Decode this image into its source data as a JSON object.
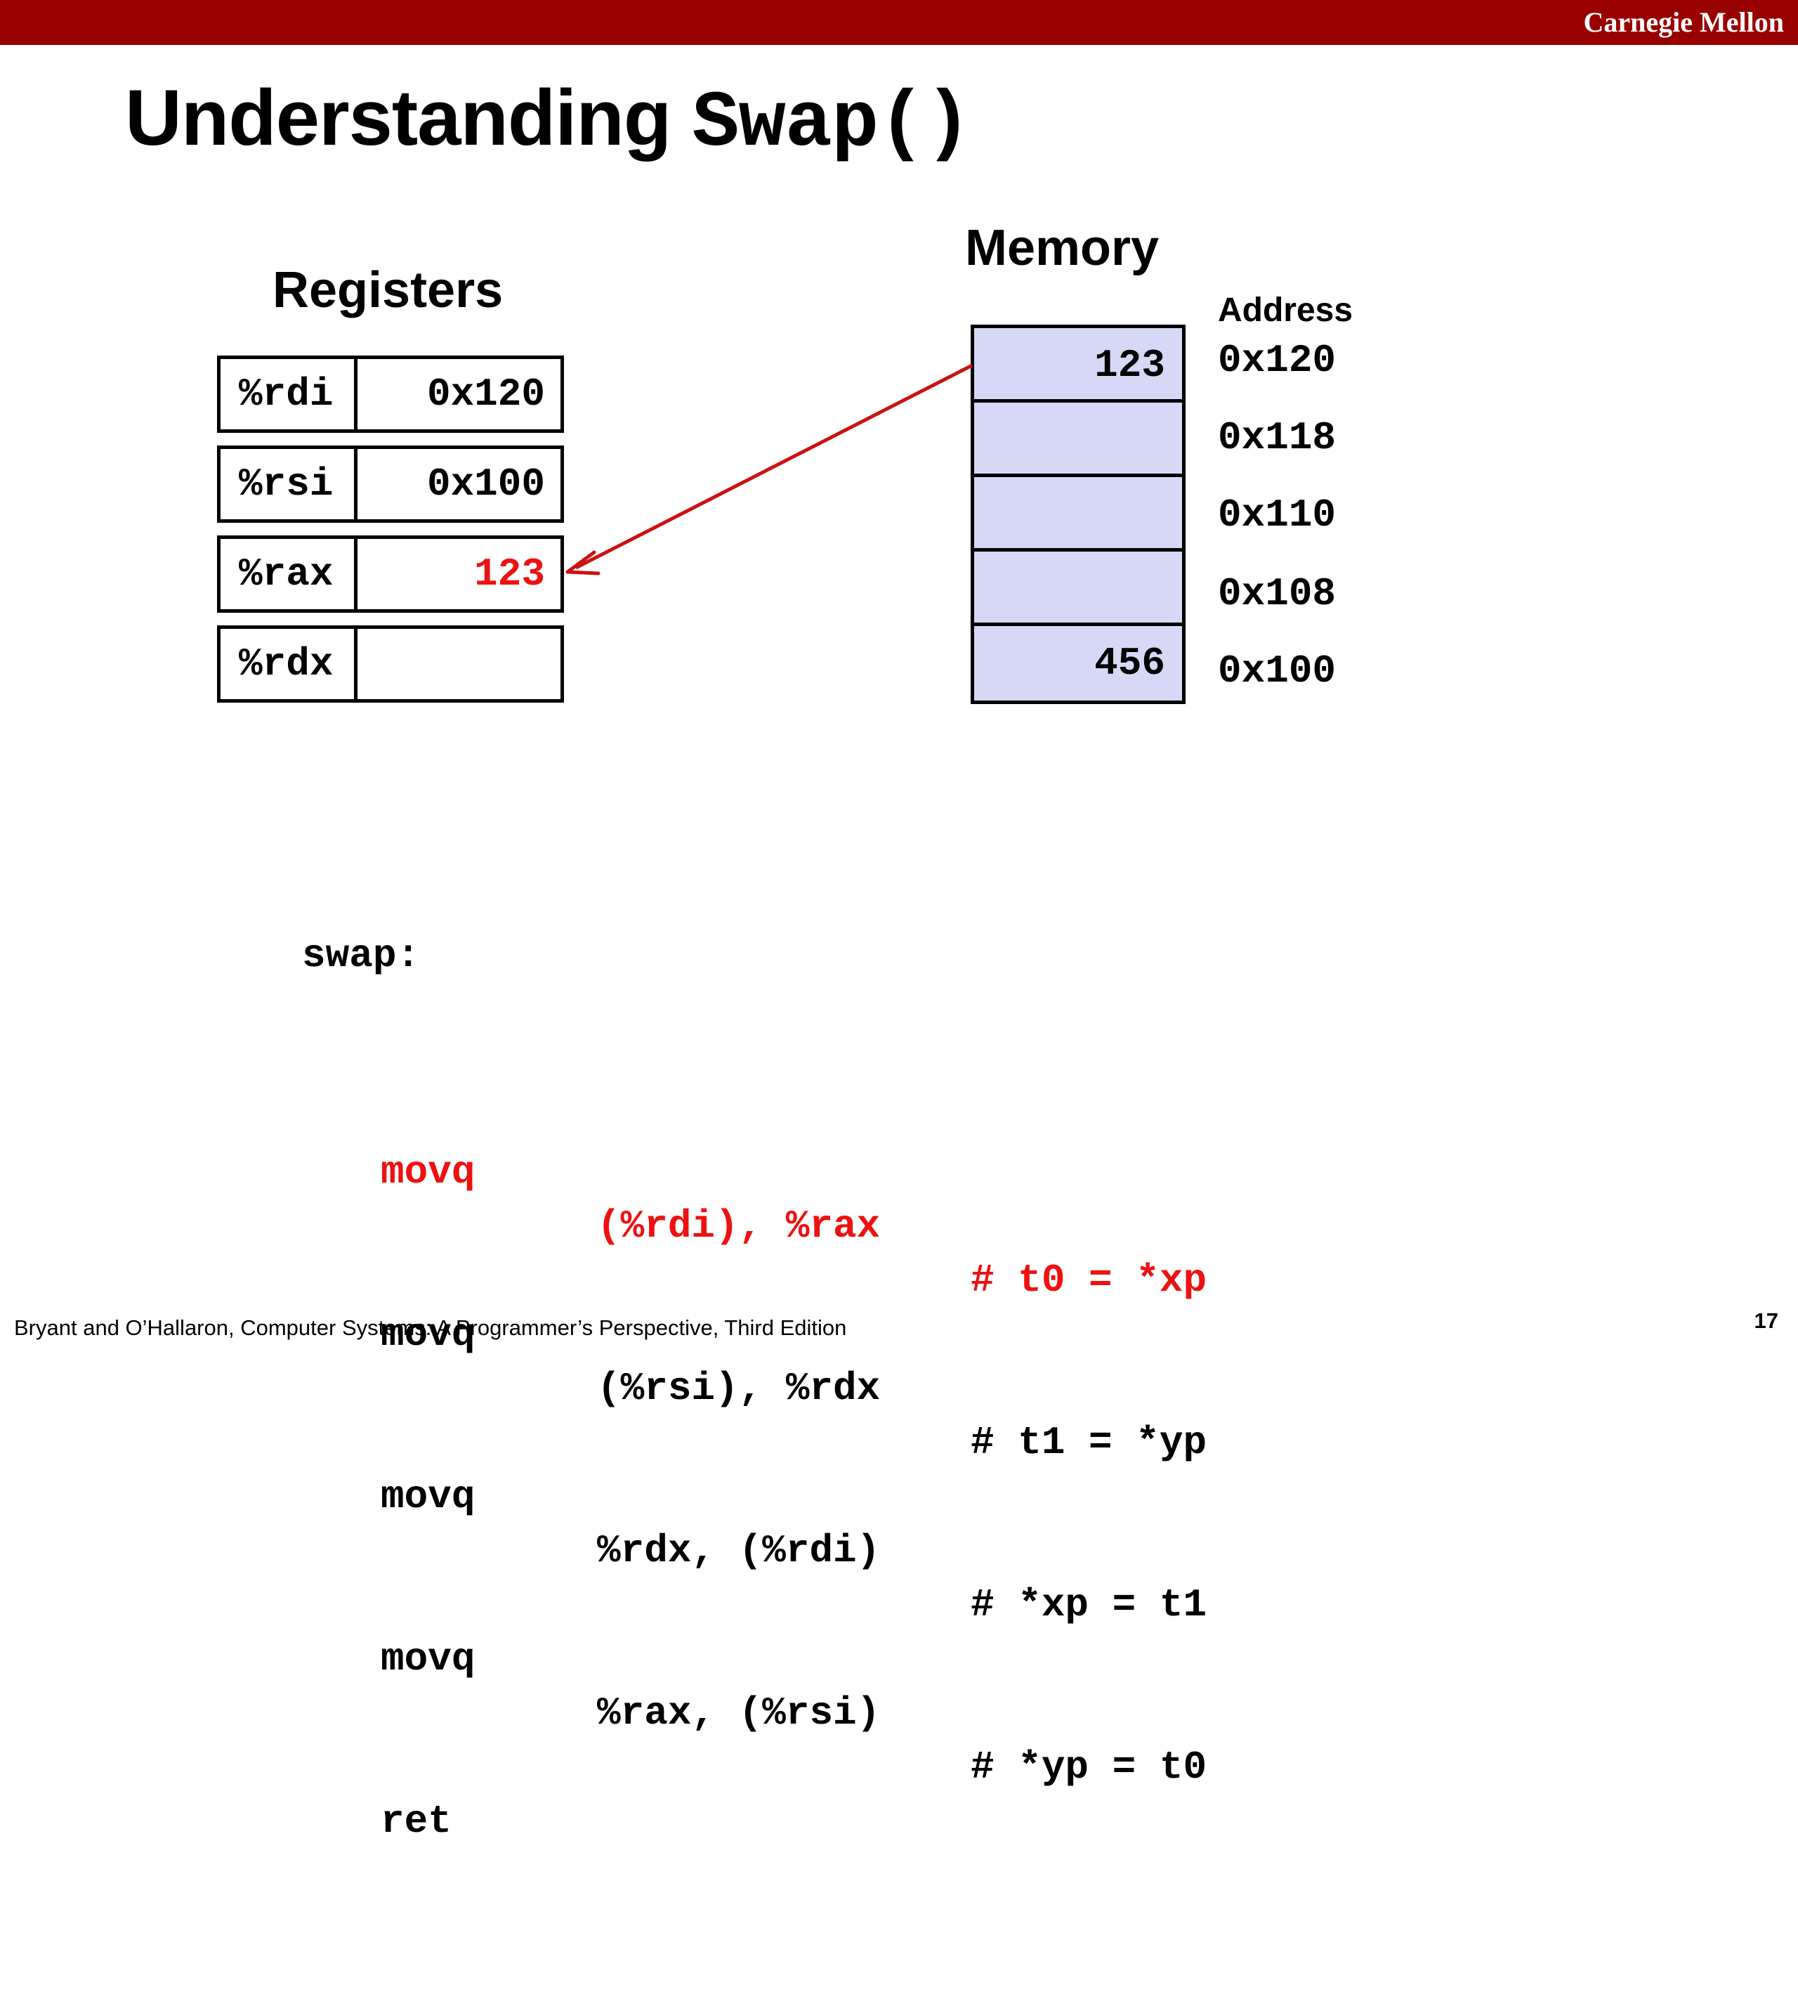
{
  "header": {
    "brand": "Carnegie Mellon"
  },
  "slide": {
    "title_text": "Understanding ",
    "title_code": "Swap()",
    "page_number": "17"
  },
  "registers": {
    "heading": "Registers",
    "rows": [
      {
        "name": "%rdi",
        "value": "0x120"
      },
      {
        "name": "%rsi",
        "value": "0x100"
      },
      {
        "name": "%rax",
        "value": "123",
        "highlight_color": "#ee1111"
      },
      {
        "name": "%rdx",
        "value": ""
      }
    ]
  },
  "memory": {
    "heading": "Memory",
    "address_heading": "Address",
    "fill_color": "#d6d8f6",
    "cells": [
      {
        "value": "123",
        "address": "0x120"
      },
      {
        "value": "",
        "address": "0x118"
      },
      {
        "value": "",
        "address": "0x110"
      },
      {
        "value": "",
        "address": "0x108"
      },
      {
        "value": "456",
        "address": "0x100"
      }
    ]
  },
  "arrow": {
    "from": "memory 0x120",
    "to": "%rax",
    "color": "#cc1111"
  },
  "code": {
    "label": "swap:",
    "lines": [
      {
        "op": "movq",
        "args": "(%rdi), %rax",
        "comment": "# t0 = *xp",
        "highlight": true
      },
      {
        "op": "movq",
        "args": "(%rsi), %rdx",
        "comment": "# t1 = *yp",
        "highlight": false
      },
      {
        "op": "movq",
        "args": "%rdx, (%rdi)",
        "comment": "# *xp = t1",
        "highlight": false
      },
      {
        "op": "movq",
        "args": "%rax, (%rsi)",
        "comment": "# *yp = t0",
        "highlight": false
      },
      {
        "op": "ret",
        "args": "",
        "comment": "",
        "highlight": false
      }
    ]
  },
  "footer": {
    "citation": "Bryant and O’Hallaron, Computer Systems: A Programmer’s Perspective, Third Edition"
  }
}
